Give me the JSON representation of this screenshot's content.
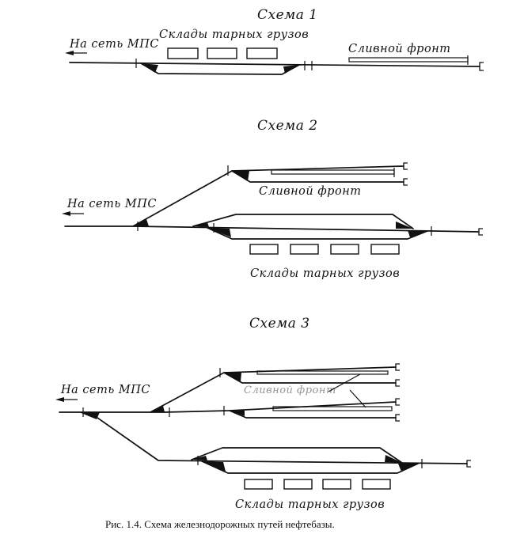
{
  "scheme1": {
    "title": "Схема 1",
    "network_label": "На сеть МПС",
    "warehouse_label": "Склады тарных грузов",
    "drain_label": "Сливной фронт"
  },
  "scheme2": {
    "title": "Схема 2",
    "network_label": "На сеть МПС",
    "drain_label": "Сливной фронт",
    "warehouse_label": "Склады тарных грузов"
  },
  "scheme3": {
    "title": "Схема 3",
    "network_label": "На сеть МПС",
    "drain_label": "Сливной фронт",
    "warehouse_label": "Склады тарных грузов"
  },
  "caption": "Рис. 1.4. Схема железнодорожных путей нефтебазы."
}
